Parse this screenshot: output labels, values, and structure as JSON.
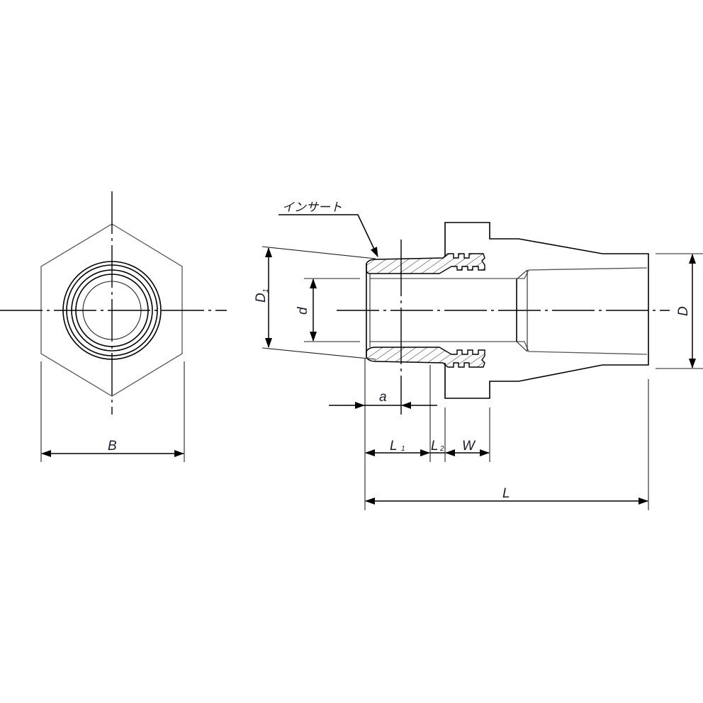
{
  "drawing": {
    "title": "Insert fitting dimension drawing",
    "callout": {
      "text": "インサート",
      "meaning": "Insert"
    },
    "views": [
      {
        "id": "end-view",
        "shape": "hexagon with concentric bore circles"
      },
      {
        "id": "side-section-view",
        "shape": "half-section of fitting with insert"
      }
    ],
    "dimensions": {
      "B": {
        "label": "B",
        "subscript": ""
      },
      "D1": {
        "label": "D",
        "subscript": "1"
      },
      "d": {
        "label": "d",
        "subscript": ""
      },
      "D": {
        "label": "D",
        "subscript": ""
      },
      "a": {
        "label": "a",
        "subscript": ""
      },
      "L1": {
        "label": "L",
        "subscript": "1"
      },
      "L2": {
        "label": "L",
        "subscript": "2"
      },
      "W": {
        "label": "W",
        "subscript": ""
      },
      "L": {
        "label": "L",
        "subscript": ""
      }
    },
    "colors": {
      "line": "#000000",
      "background": "#ffffff",
      "label": "#1a1a2e"
    }
  }
}
